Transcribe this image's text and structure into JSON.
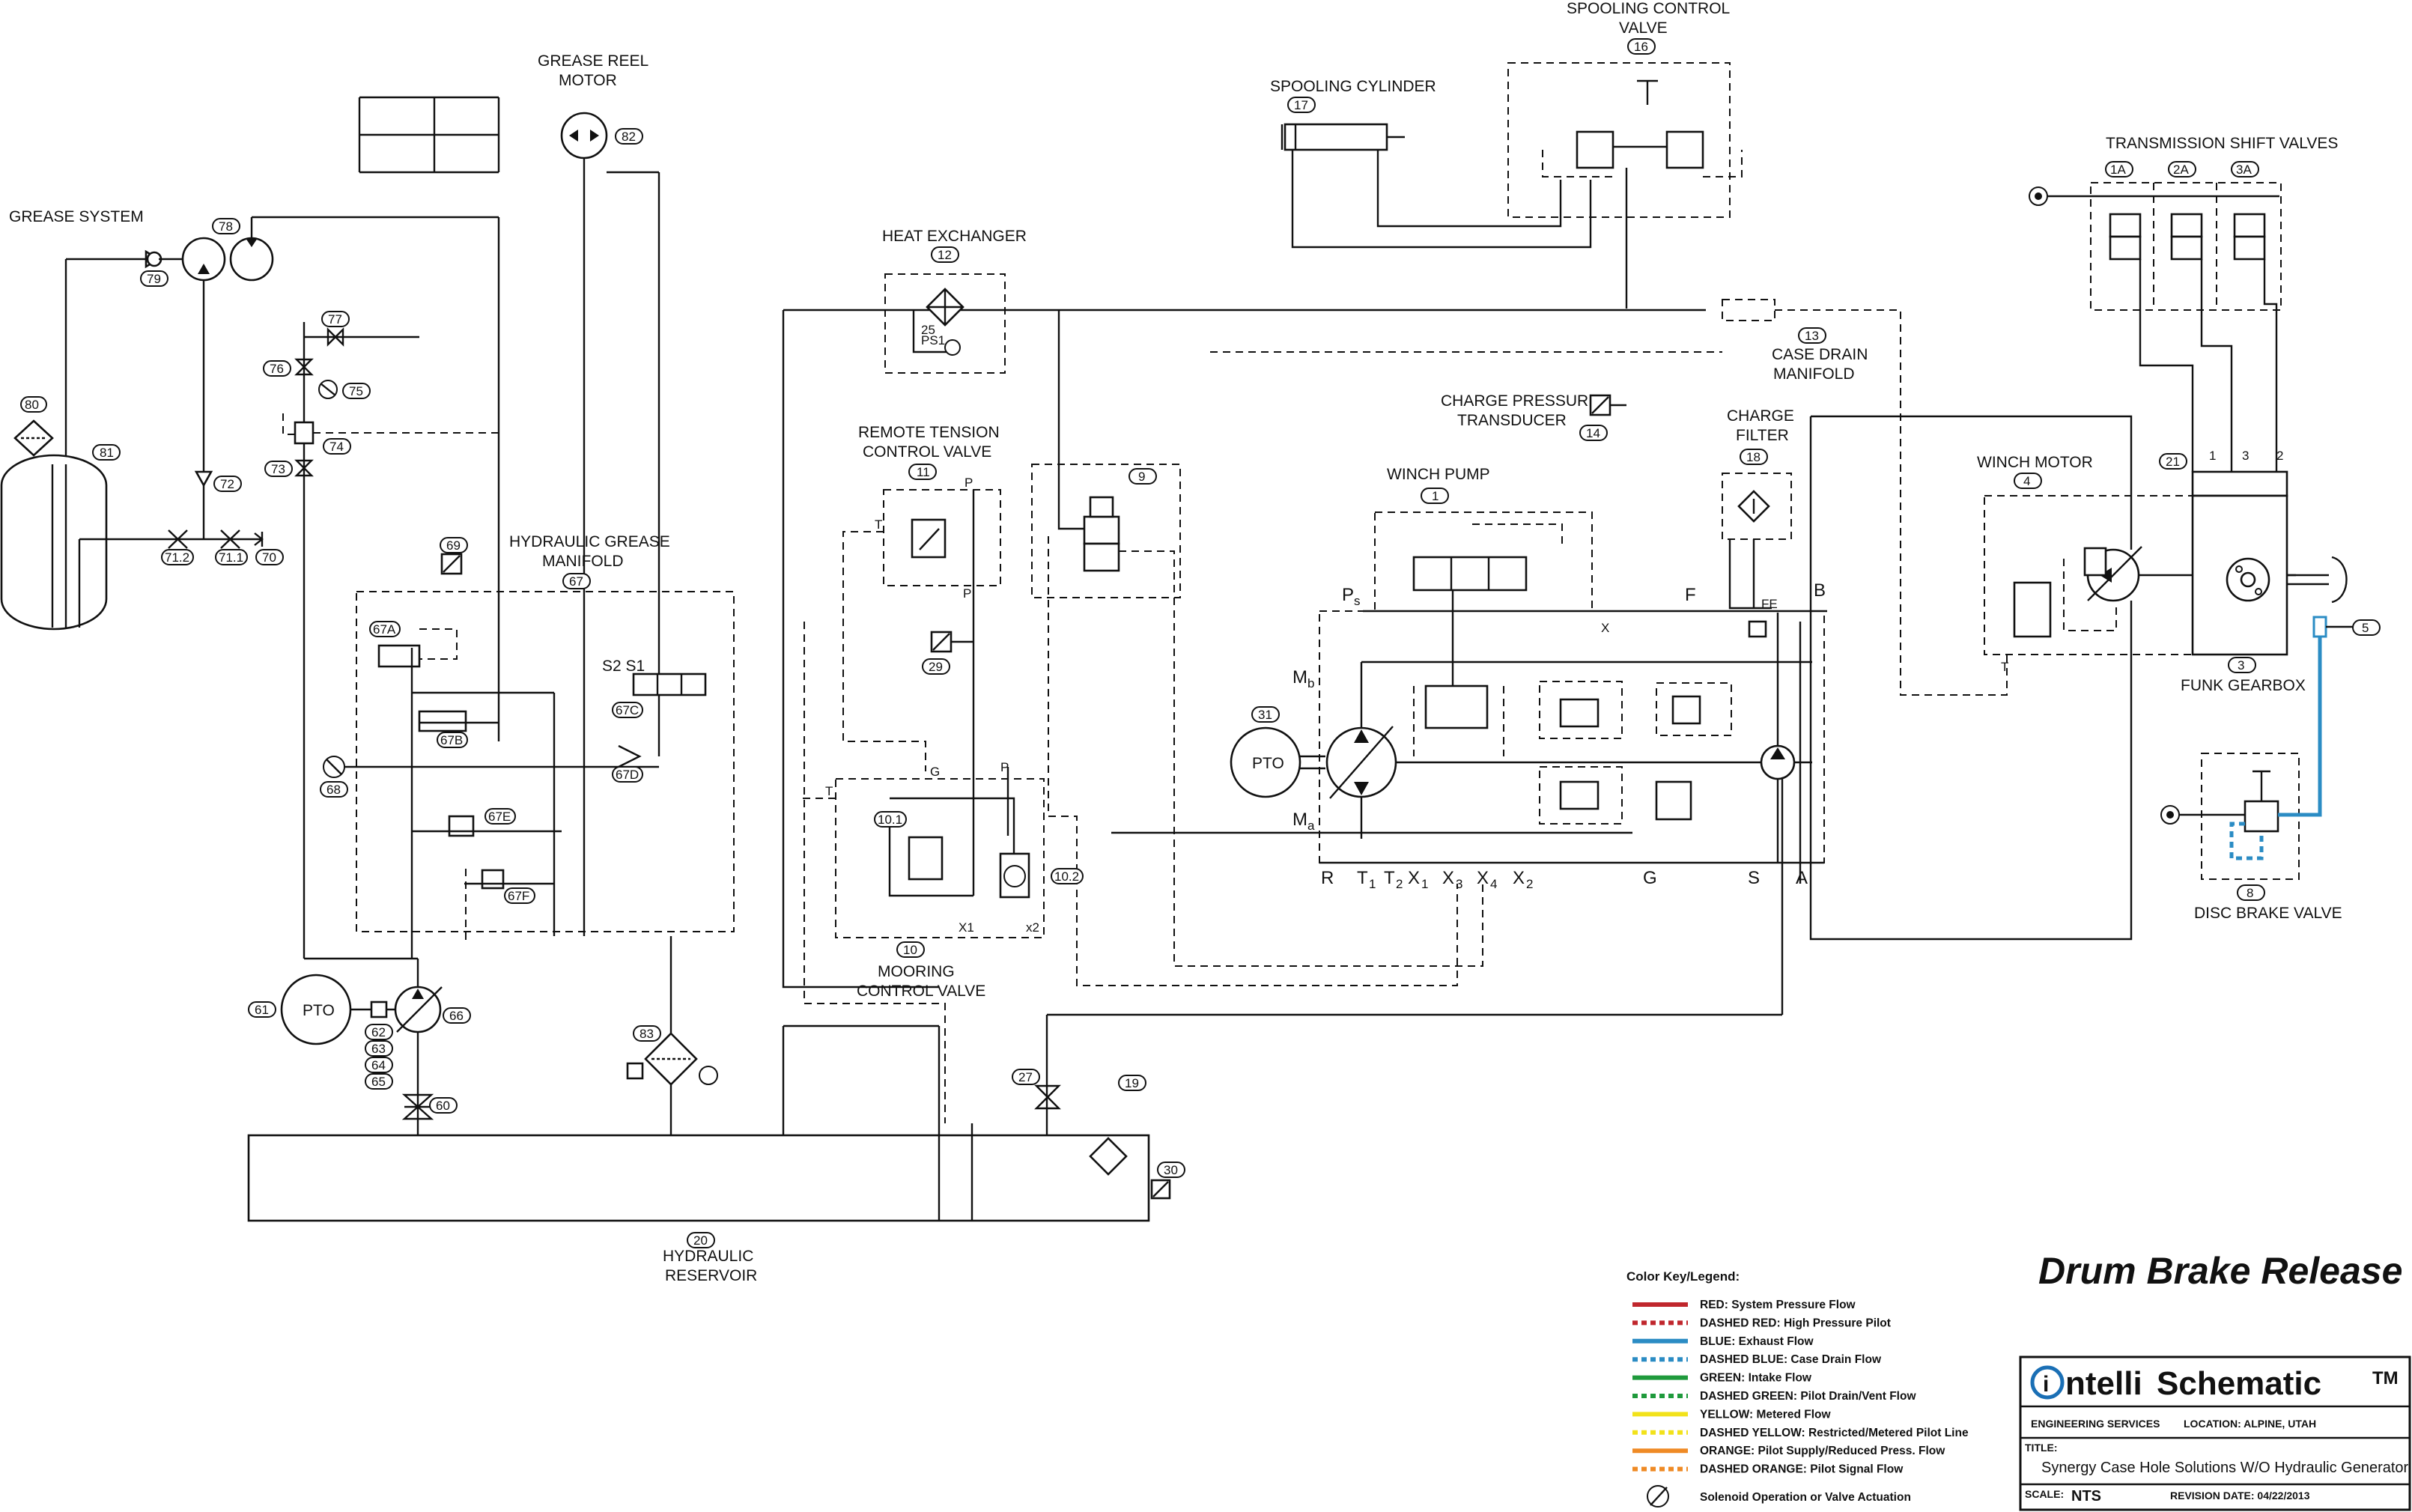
{
  "title": "Drum Brake Release",
  "labels": {
    "grease_system": "GREASE SYSTEM",
    "grease_reel_motor_1": "GREASE REEL",
    "grease_reel_motor_2": "MOTOR",
    "hydraulic_grease_manifold_1": "HYDRAULIC GREASE",
    "hydraulic_grease_manifold_2": "MANIFOLD",
    "spooling_control_valve_1": "SPOOLING CONTROL",
    "spooling_control_valve_2": "VALVE",
    "spooling_cylinder": "SPOOLING CYLINDER",
    "heat_exchanger": "HEAT EXCHANGER",
    "case_drain_manifold_1": "CASE DRAIN",
    "case_drain_manifold_2": "MANIFOLD",
    "transmission_shift_valves": "TRANSMISSION SHIFT VALVES",
    "charge_pressure_transducer_1": "CHARGE PRESSURE",
    "charge_pressure_transducer_2": "TRANSDUCER",
    "charge_filter_1": "CHARGE",
    "charge_filter_2": "FILTER",
    "remote_tension_control_valve_1": "REMOTE TENSION",
    "remote_tension_control_valve_2": "CONTROL VALVE",
    "winch_pump": "WINCH PUMP",
    "winch_motor": "WINCH MOTOR",
    "funk_gearbox": "FUNK GEARBOX",
    "disc_brake_valve": "DISC BRAKE VALVE",
    "mooring_control_valve_1": "MOORING",
    "mooring_control_valve_2": "CONTROL VALVE",
    "hydraulic_reservoir_1": "HYDRAULIC",
    "hydraulic_reservoir_2": "RESERVOIR",
    "pto": "PTO",
    "s2s1": "S2  S1",
    "ps1": "PS1"
  },
  "tags": {
    "t1a": "1A",
    "t2a": "2A",
    "t3a": "3A",
    "t1": "1",
    "t3": "3",
    "t4": "4",
    "t5": "5",
    "t8": "8",
    "t9": "9",
    "t10": "10",
    "t101": "10.1",
    "t102": "10.2",
    "t11": "11",
    "t12": "12",
    "t13": "13",
    "t14": "14",
    "t16": "16",
    "t17": "17",
    "t18": "18",
    "t19": "19",
    "t20": "20",
    "t21": "21",
    "t27": "27",
    "t29": "29",
    "t30": "30",
    "t31": "31",
    "t60": "60",
    "t61": "61",
    "t62": "62",
    "t63": "63",
    "t64": "64",
    "t65": "65",
    "t66": "66",
    "t67": "67",
    "t67a": "67A",
    "t67b": "67B",
    "t67c": "67C",
    "t67d": "67D",
    "t67e": "67E",
    "t67f": "67F",
    "t68": "68",
    "t69": "69",
    "t70": "70",
    "t711": "71.1",
    "t712": "71.2",
    "t72": "72",
    "t73": "73",
    "t74": "74",
    "t75": "75",
    "t76": "76",
    "t77": "77",
    "t78": "78",
    "t79": "79",
    "t80": "80",
    "t81": "81",
    "t82": "82",
    "t83": "83"
  },
  "ports": {
    "R": "R",
    "T1": "T",
    "T2": "T",
    "X1": "X",
    "X3": "X",
    "X4": "X",
    "X2": "X",
    "G": "G",
    "S": "S",
    "A": "A",
    "Ps": "P",
    "Fa": "F",
    "B": "B",
    "Mb": "M",
    "Ma": "M",
    "X": "X",
    "T": "T",
    "P": "P",
    "Pa": "P",
    "Gm": "G",
    "x1": "X1",
    "x2": "x2",
    "fe": "FE",
    "Tm": "T",
    "sub1": "1",
    "sub2": "2",
    "sub3": "3",
    "sub4": "4",
    "subs": "s",
    "subb": "b",
    "suba": "a",
    "d1": "1",
    "d2": "2",
    "d3": "3"
  },
  "legend": {
    "title": "Color Key/Legend:",
    "items": [
      {
        "text": "RED: System Pressure Flow",
        "color": "#c0272d",
        "dashed": false
      },
      {
        "text": "DASHED RED: High Pressure Pilot",
        "color": "#c0272d",
        "dashed": true
      },
      {
        "text": "BLUE: Exhaust Flow",
        "color": "#2b8cc4",
        "dashed": false
      },
      {
        "text": "DASHED BLUE: Case Drain Flow",
        "color": "#2b8cc4",
        "dashed": true
      },
      {
        "text": "GREEN: Intake Flow",
        "color": "#1f9a3c",
        "dashed": false
      },
      {
        "text": "DASHED GREEN: Pilot Drain/Vent Flow",
        "color": "#1f9a3c",
        "dashed": true
      },
      {
        "text": "YELLOW: Metered Flow",
        "color": "#f2e21b",
        "dashed": false
      },
      {
        "text": "DASHED YELLOW: Restricted/Metered Pilot Line",
        "color": "#f2e21b",
        "dashed": true
      },
      {
        "text": "ORANGE: Pilot Supply/Reduced Press. Flow",
        "color": "#ef8a25",
        "dashed": false
      },
      {
        "text": "DASHED ORANGE: Pilot Signal Flow",
        "color": "#ef8a25",
        "dashed": true
      }
    ],
    "solenoid_text": "Solenoid Operation or Valve Actuation"
  },
  "title_block": {
    "brand_prefix": "i",
    "brand_mid": "ntelli",
    "brand_bold": "Schematic",
    "tm": "TM",
    "engineering": "ENGINEERING SERVICES",
    "location": "LOCATION: ALPINE, UTAH",
    "title_label": "TITLE:",
    "title_value": "Synergy Case Hole Solutions W/O Hydraulic Generator",
    "scale_label": "SCALE:",
    "scale_value": "NTS",
    "revision": "REVISION DATE: 04/22/2013"
  },
  "colors": {
    "brand_blue": "#1a6fb5",
    "exhaust_blue": "#2b8cc4"
  }
}
